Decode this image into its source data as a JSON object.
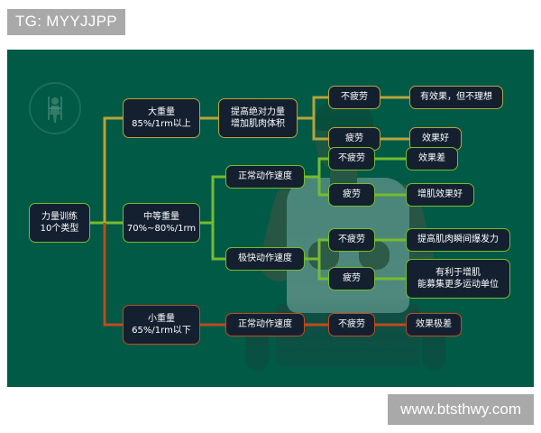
{
  "overlay": {
    "tg_tag": "TG: MYYJJPP",
    "url_watermark": "www.btsthwy.com"
  },
  "colors": {
    "background": "#005a46",
    "node_fill": "#142030",
    "branch_yellow": "#b8a33a",
    "branch_green": "#76bb2e",
    "branch_red": "#c04a22",
    "tag_background": "#a9a9a9"
  },
  "diagram": {
    "root": {
      "line1": "力量训练",
      "line2": "10个类型"
    },
    "branches": [
      {
        "id": "heavy",
        "color": "#b8a33a",
        "weight": {
          "line1": "大重量",
          "line2": "85%/1rm以上"
        },
        "tempos": [
          {
            "label": "提高绝对力量",
            "label2": "增加肌肉体积",
            "outcomes": [
              {
                "fatigue": "不疲劳",
                "result": "有效果，但不理想"
              },
              {
                "fatigue": "疲劳",
                "result": "效果好"
              }
            ]
          }
        ]
      },
      {
        "id": "medium",
        "color": "#76bb2e",
        "weight": {
          "line1": "中等重量",
          "line2": "70%~80%/1rm"
        },
        "tempos": [
          {
            "label": "正常动作速度",
            "label2": "",
            "outcomes": [
              {
                "fatigue": "不疲劳",
                "result": "效果差"
              },
              {
                "fatigue": "疲劳",
                "result": "增肌效果好"
              }
            ]
          },
          {
            "label": "极快动作速度",
            "label2": "",
            "outcomes": [
              {
                "fatigue": "不疲劳",
                "result": "提高肌肉瞬间爆发力"
              },
              {
                "fatigue": "疲劳",
                "result": "有利于增肌",
                "result2": "能募集更多运动单位"
              }
            ]
          }
        ]
      },
      {
        "id": "light",
        "color": "#c04a22",
        "weight": {
          "line1": "小重量",
          "line2": "65%/1rm以下"
        },
        "tempos": [
          {
            "label": "正常动作速度",
            "label2": "",
            "outcomes": [
              {
                "fatigue": "不疲劳",
                "result": "效果极差"
              }
            ]
          }
        ]
      }
    ]
  }
}
